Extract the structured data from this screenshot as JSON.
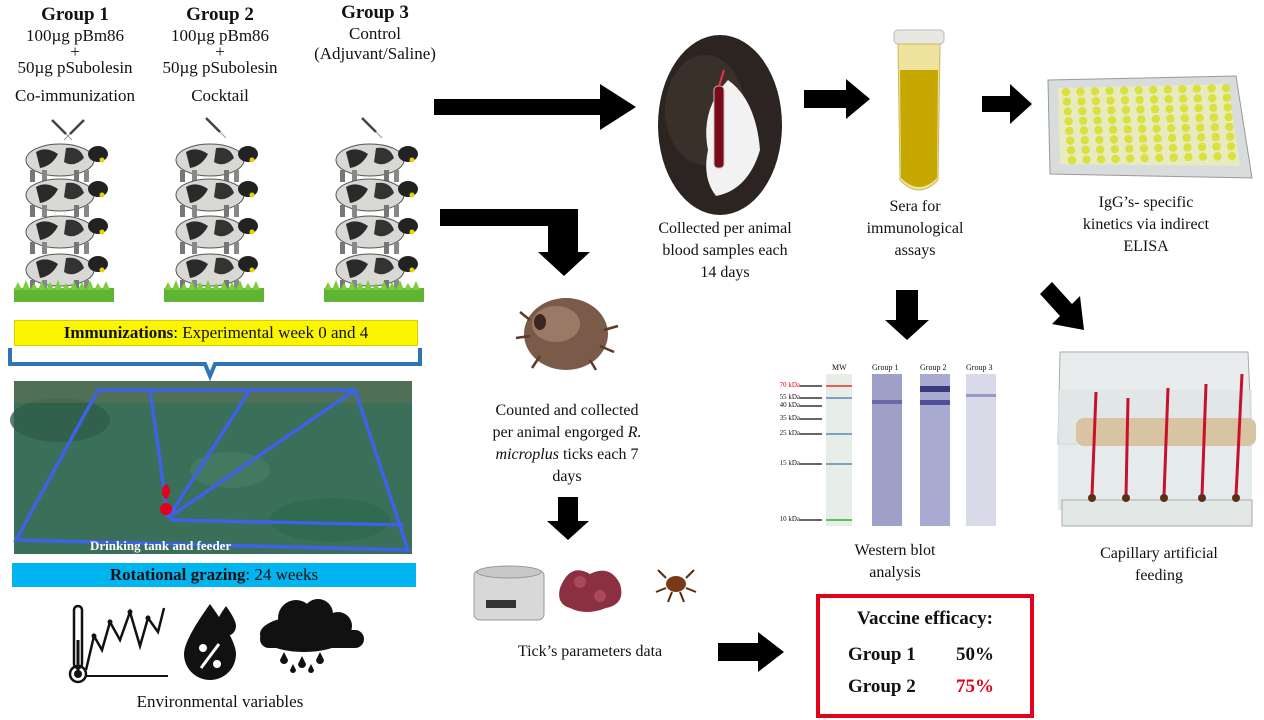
{
  "groups": [
    {
      "title": "Group 1",
      "line1": "100µg pBm86",
      "plus": "+",
      "line2": "50µg pSubolesin",
      "method": "Co-immunization"
    },
    {
      "title": "Group 2",
      "line1": "100µg pBm86",
      "plus": "+",
      "line2": "50µg pSubolesin",
      "method": "Cocktail"
    },
    {
      "title": "Group 3",
      "line1": "Control",
      "line2": "(Adjuvant/Saline)"
    }
  ],
  "immunizations": {
    "label": "Immunizations",
    "text": ": Experimental week 0 and 4"
  },
  "map": {
    "marker_label": "Drinking tank and feeder"
  },
  "grazing": {
    "label": "Rotational grazing",
    "text": ": 24 weeks"
  },
  "environment": {
    "icons": [
      "thermometer-chart-icon",
      "humidity-drop-icon",
      "rain-cloud-icon"
    ],
    "caption": "Environmental variables"
  },
  "blood": {
    "caption": [
      "Collected per animal",
      "blood samples each",
      "14 days"
    ]
  },
  "sera": {
    "caption": [
      "Sera for",
      "immunological",
      "assays"
    ]
  },
  "elisa": {
    "caption": [
      "IgG’s- specific",
      "kinetics via indirect",
      "ELISA"
    ]
  },
  "ticks": {
    "caption_line1": "Counted and collected",
    "caption_line2a": "per animal engorged ",
    "caption_line2b": "R.",
    "caption_line3a": "microplus",
    "caption_line3b": " ticks each 7",
    "caption_line4": "days"
  },
  "tick_params": {
    "caption": "Tick’s parameters data"
  },
  "western": {
    "lanes": [
      "MW",
      "Group 1",
      "Group 2",
      "Group 3"
    ],
    "markers": [
      "70 kDa",
      "55 kDa",
      "40 kDa",
      "35 kDa",
      "25 kDa",
      "15 kDa",
      "10 kDa"
    ],
    "caption": [
      "Western blot",
      "analysis"
    ]
  },
  "capillary": {
    "caption": [
      "Capillary artificial",
      "feeding"
    ]
  },
  "efficacy": {
    "title": "Vaccine efficacy:",
    "rows": [
      {
        "group": "Group 1",
        "value": "50%",
        "color": "#111111"
      },
      {
        "group": "Group 2",
        "value": "75%",
        "color": "#e3001b"
      }
    ]
  },
  "colors": {
    "accent_red": "#e3001b",
    "bracket_blue": "#2f75b5",
    "yellow": "#fbf500",
    "cyan": "#00b4f0"
  }
}
